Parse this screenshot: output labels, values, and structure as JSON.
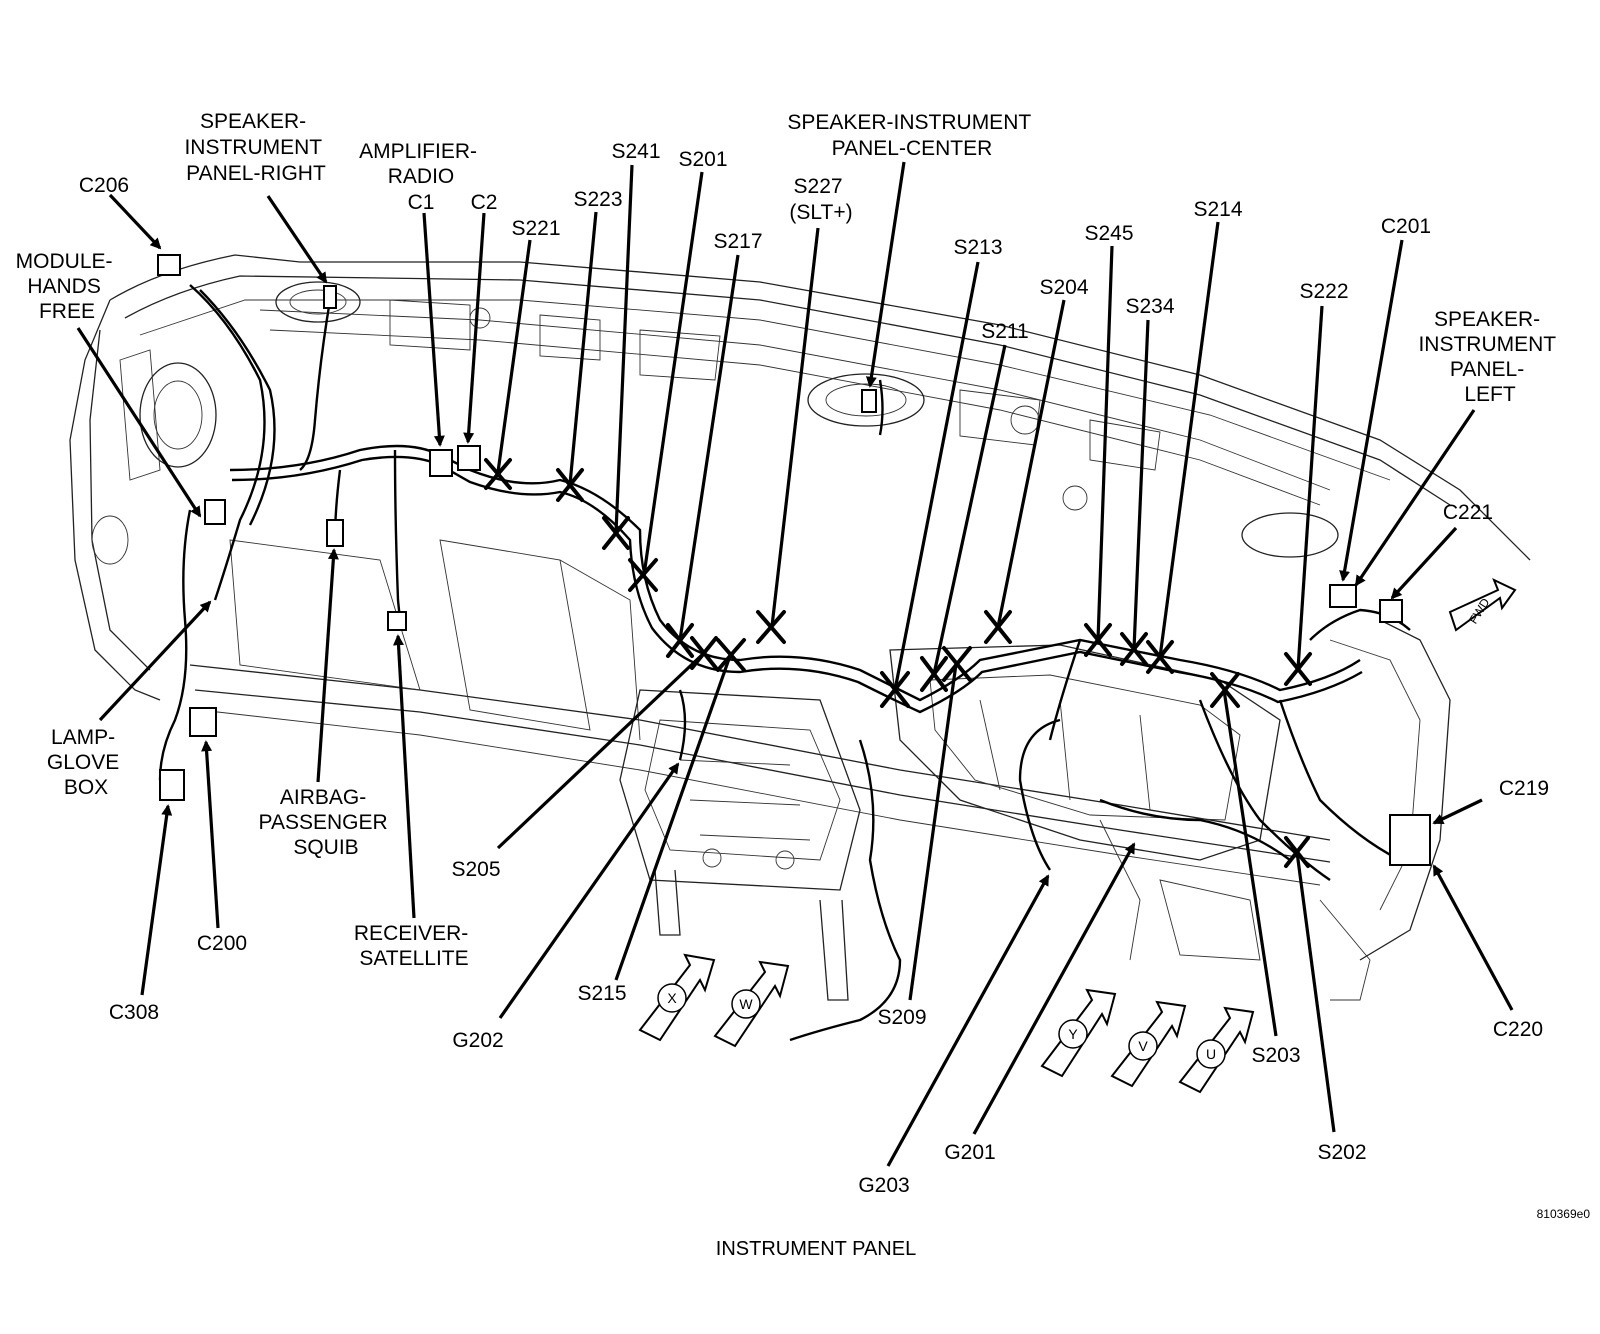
{
  "caption": "INSTRUMENT PANEL",
  "figure_id": "810369e0",
  "fwd_label": "FWD",
  "view_letters": [
    "X",
    "W",
    "Y",
    "V",
    "U"
  ],
  "labels": {
    "speaker_ip_right": [
      "SPEAKER-",
      "INSTRUMENT",
      "PANEL-RIGHT"
    ],
    "c206": "C206",
    "module_hands_free": [
      "MODULE-",
      "HANDS",
      "FREE"
    ],
    "amplifier_radio": [
      "AMPLIFIER-",
      "RADIO"
    ],
    "c1": "C1",
    "c2": "C2",
    "s221": "S221",
    "s223": "S223",
    "s241": "S241",
    "s201": "S201",
    "s217": "S217",
    "s227": [
      "S227",
      "(SLT+)"
    ],
    "speaker_ip_center": [
      "SPEAKER-INSTRUMENT",
      "PANEL-CENTER"
    ],
    "s213": "S213",
    "s245": "S245",
    "s214": "S214",
    "s204": "S204",
    "s234": "S234",
    "s211": "S211",
    "c201": "C201",
    "s222": "S222",
    "speaker_ip_left": [
      "SPEAKER-",
      "INSTRUMENT",
      "PANEL-",
      "LEFT"
    ],
    "c221": "C221",
    "c219": "C219",
    "c220": "C220",
    "lamp_glove_box": [
      "LAMP-",
      "GLOVE",
      "BOX"
    ],
    "airbag_passenger_squib": [
      "AIRBAG-",
      "PASSENGER",
      "SQUIB"
    ],
    "receiver_satellite": [
      "RECEIVER-",
      "SATELLITE"
    ],
    "c200": "C200",
    "c308": "C308",
    "s205": "S205",
    "s215": "S215",
    "g202": "G202",
    "s209": "S209",
    "g203": "G203",
    "g201": "G201",
    "s203": "S203",
    "s202": "S202"
  }
}
